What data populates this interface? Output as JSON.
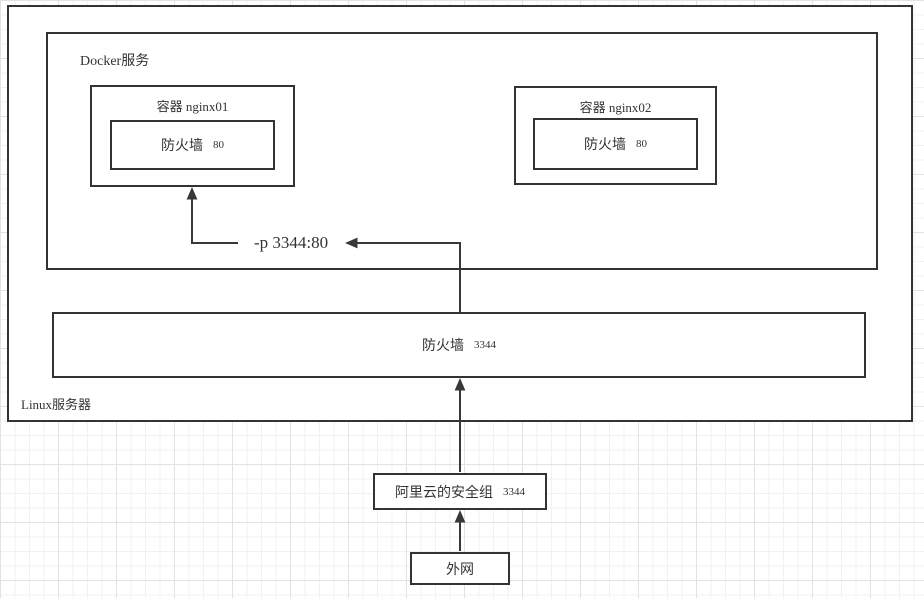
{
  "diagram": {
    "linux_server": {
      "label": "Linux服务器"
    },
    "docker_service": {
      "label": "Docker服务"
    },
    "nginx01": {
      "title": "容器 nginx01",
      "firewall": {
        "name": "防火墙",
        "port": "80"
      }
    },
    "nginx02": {
      "title": "容器 nginx02",
      "firewall": {
        "name": "防火墙",
        "port": "80"
      }
    },
    "host_firewall": {
      "name": "防火墙",
      "port": "3344"
    },
    "security_group": {
      "name": "阿里云的安全组",
      "port": "3344"
    },
    "external_network": {
      "label": "外网"
    },
    "port_mapping_label": "-p 3344:80",
    "colors": {
      "stroke": "#333333",
      "background": "#ffffff",
      "grid_minor": "#f1f1f3",
      "grid_major": "#e2e2e5"
    }
  }
}
